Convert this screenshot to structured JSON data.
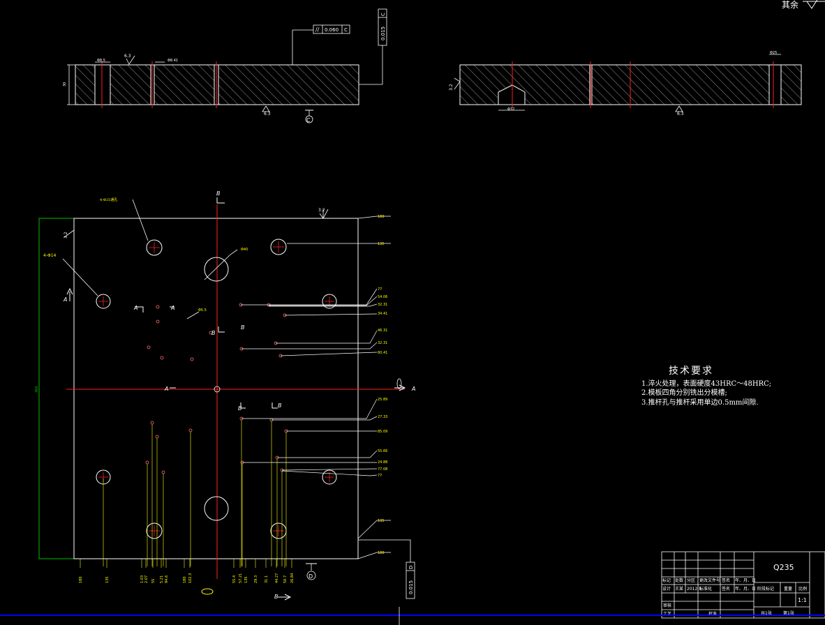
{
  "palette": {
    "background": "#000000",
    "outline": "#ffffff",
    "centerline": "#ff2020",
    "dimension": "#ffff00",
    "frame": "#00c000",
    "statusbar": "#0000ff",
    "hatch": "#bdbdbd"
  },
  "corner_note": "其余",
  "section_top_left": {
    "flatness_tolerance": "0.060",
    "datum_letter": "C",
    "perpendicularity_tolerance": "0.015",
    "roughness_top": "6.3",
    "roughness_bottom": "6.3",
    "dim_left": "Φ8.5",
    "dim_mid": "Φ8.41",
    "dim_height": "30"
  },
  "section_top_right": {
    "roughness_side": "3.2",
    "roughness_bottom": "6.3",
    "dim_pocket": "Φ32",
    "dim_hole": "Φ25"
  },
  "plan_view": {
    "roughness_top": "3.2",
    "roughness_left": "3.2",
    "label_bolt_holes": "4-Φ25通孔",
    "label_guide_holes": "4-Φ14",
    "label_center_hole": "Φ40",
    "label_small_holes": "Φ5.5",
    "section_marks": [
      "A",
      "A",
      "B",
      "B",
      "A",
      "B",
      "A",
      "B",
      "B",
      "B"
    ],
    "right_dims_top": [
      "180",
      "135"
    ],
    "right_dims_group1": [
      "77",
      "54.06",
      "32.31",
      "34.41"
    ],
    "right_dims_group2": [
      "46.31",
      "32.31",
      "60.41"
    ],
    "right_dims_group3": [
      "25.89",
      "27.33",
      "85.09"
    ],
    "right_dims_group4": [
      "55.66",
      "24.88",
      "77.08",
      "77"
    ],
    "right_dims_bottom": [
      "135",
      "180"
    ],
    "bottom_dims": [
      "180",
      "135",
      "1.03",
      "2.07",
      "55",
      "5.21",
      "94.6",
      "180",
      "102.3",
      "55.4",
      "57.21",
      "135",
      "29.3",
      "31.1",
      "44.27",
      "50.7",
      "26.84"
    ],
    "datum_mark": "D",
    "perp_tolerance": "0.015",
    "perp_datum": "D",
    "left_dim": "360"
  },
  "tech_requirements": {
    "title": "技术要求",
    "items": [
      "1.淬火处理，表面硬度43HRC～48HRC;",
      "2.模板四角分别铣出分模槽;",
      "3.推杆孔与推杆采用单边0.5mm间隙."
    ]
  },
  "title_block": {
    "material": "Q235",
    "row_labels": [
      "标记",
      "处数",
      "分区",
      "更改文件号",
      "签名",
      "年、月、日"
    ],
    "row_design": [
      "设计",
      "王某",
      "2012.5",
      "标准化",
      "签名",
      "年、月、日"
    ],
    "stage_label": "阶段标记",
    "weight_label": "重量",
    "scale_label": "比例",
    "scale": "1:1",
    "review_label": "审核",
    "process_label": "工艺",
    "approve_label": "批准",
    "sheets_total": "共1张",
    "sheet_no": "第1张"
  }
}
